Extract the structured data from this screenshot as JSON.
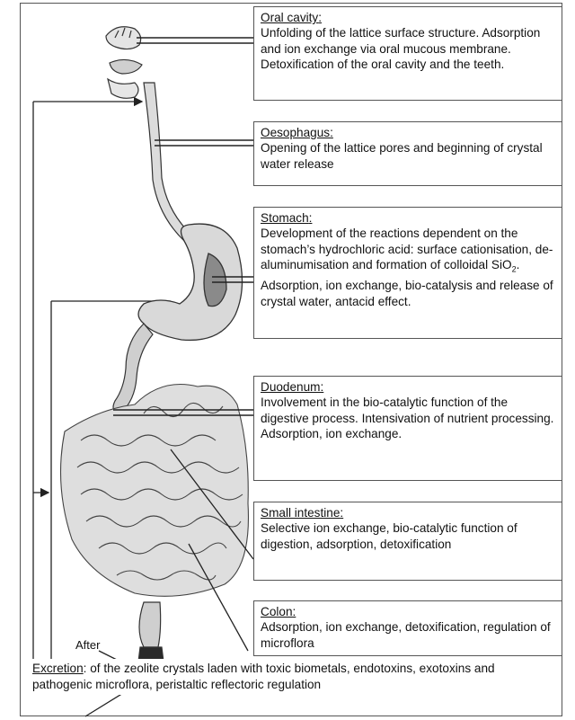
{
  "organs": {
    "oral": {
      "title": "Oral cavity",
      "suffix": ":",
      "text": "Unfolding of the lattice surface structure. Adsorption and ion exchange via oral mucous membrane. Detoxification of the oral cavity and the teeth."
    },
    "oesophagus": {
      "title": "Oesophagus",
      "suffix": ":",
      "text": "Opening of the lattice pores and beginning of crystal water release"
    },
    "stomach": {
      "title": "Stomach",
      "suffix": ":",
      "text_before": "Development of the reactions dependent on the stomach’s hydrochloric acid: surface cationisation, de-aluminumisation and formation of colloidal SiO",
      "subscript": "2",
      "text_after": ". Adsorption, ion exchange, bio-catalysis and release of crystal water, antacid effect."
    },
    "duodenum": {
      "title": "Duodenum",
      "suffix": ":",
      "text": "Involvement in the bio-catalytic function of the digestive process. Intensivation of nutrient processing. Adsorption, ion exchange."
    },
    "small_intestine": {
      "title": "Small intestine",
      "suffix": ":",
      "text": "Selective ion exchange, bio-catalytic function of digestion, adsorption, detoxification"
    },
    "colon": {
      "title": "Colon",
      "suffix": ":",
      "text": "Adsorption, ion exchange, detoxification, regulation of microflora"
    }
  },
  "after_label": "After",
  "excretion": {
    "title": "Excretion",
    "text": ": of the zeolite crystals laden with toxic biometals, endotoxins, exotoxins and pathogenic microflora, peristaltic reflectoric regulation"
  },
  "colors": {
    "line": "#222222",
    "organ_fill": "#d9d9d9",
    "organ_shade": "#9a9a9a",
    "box_border": "#555555"
  }
}
